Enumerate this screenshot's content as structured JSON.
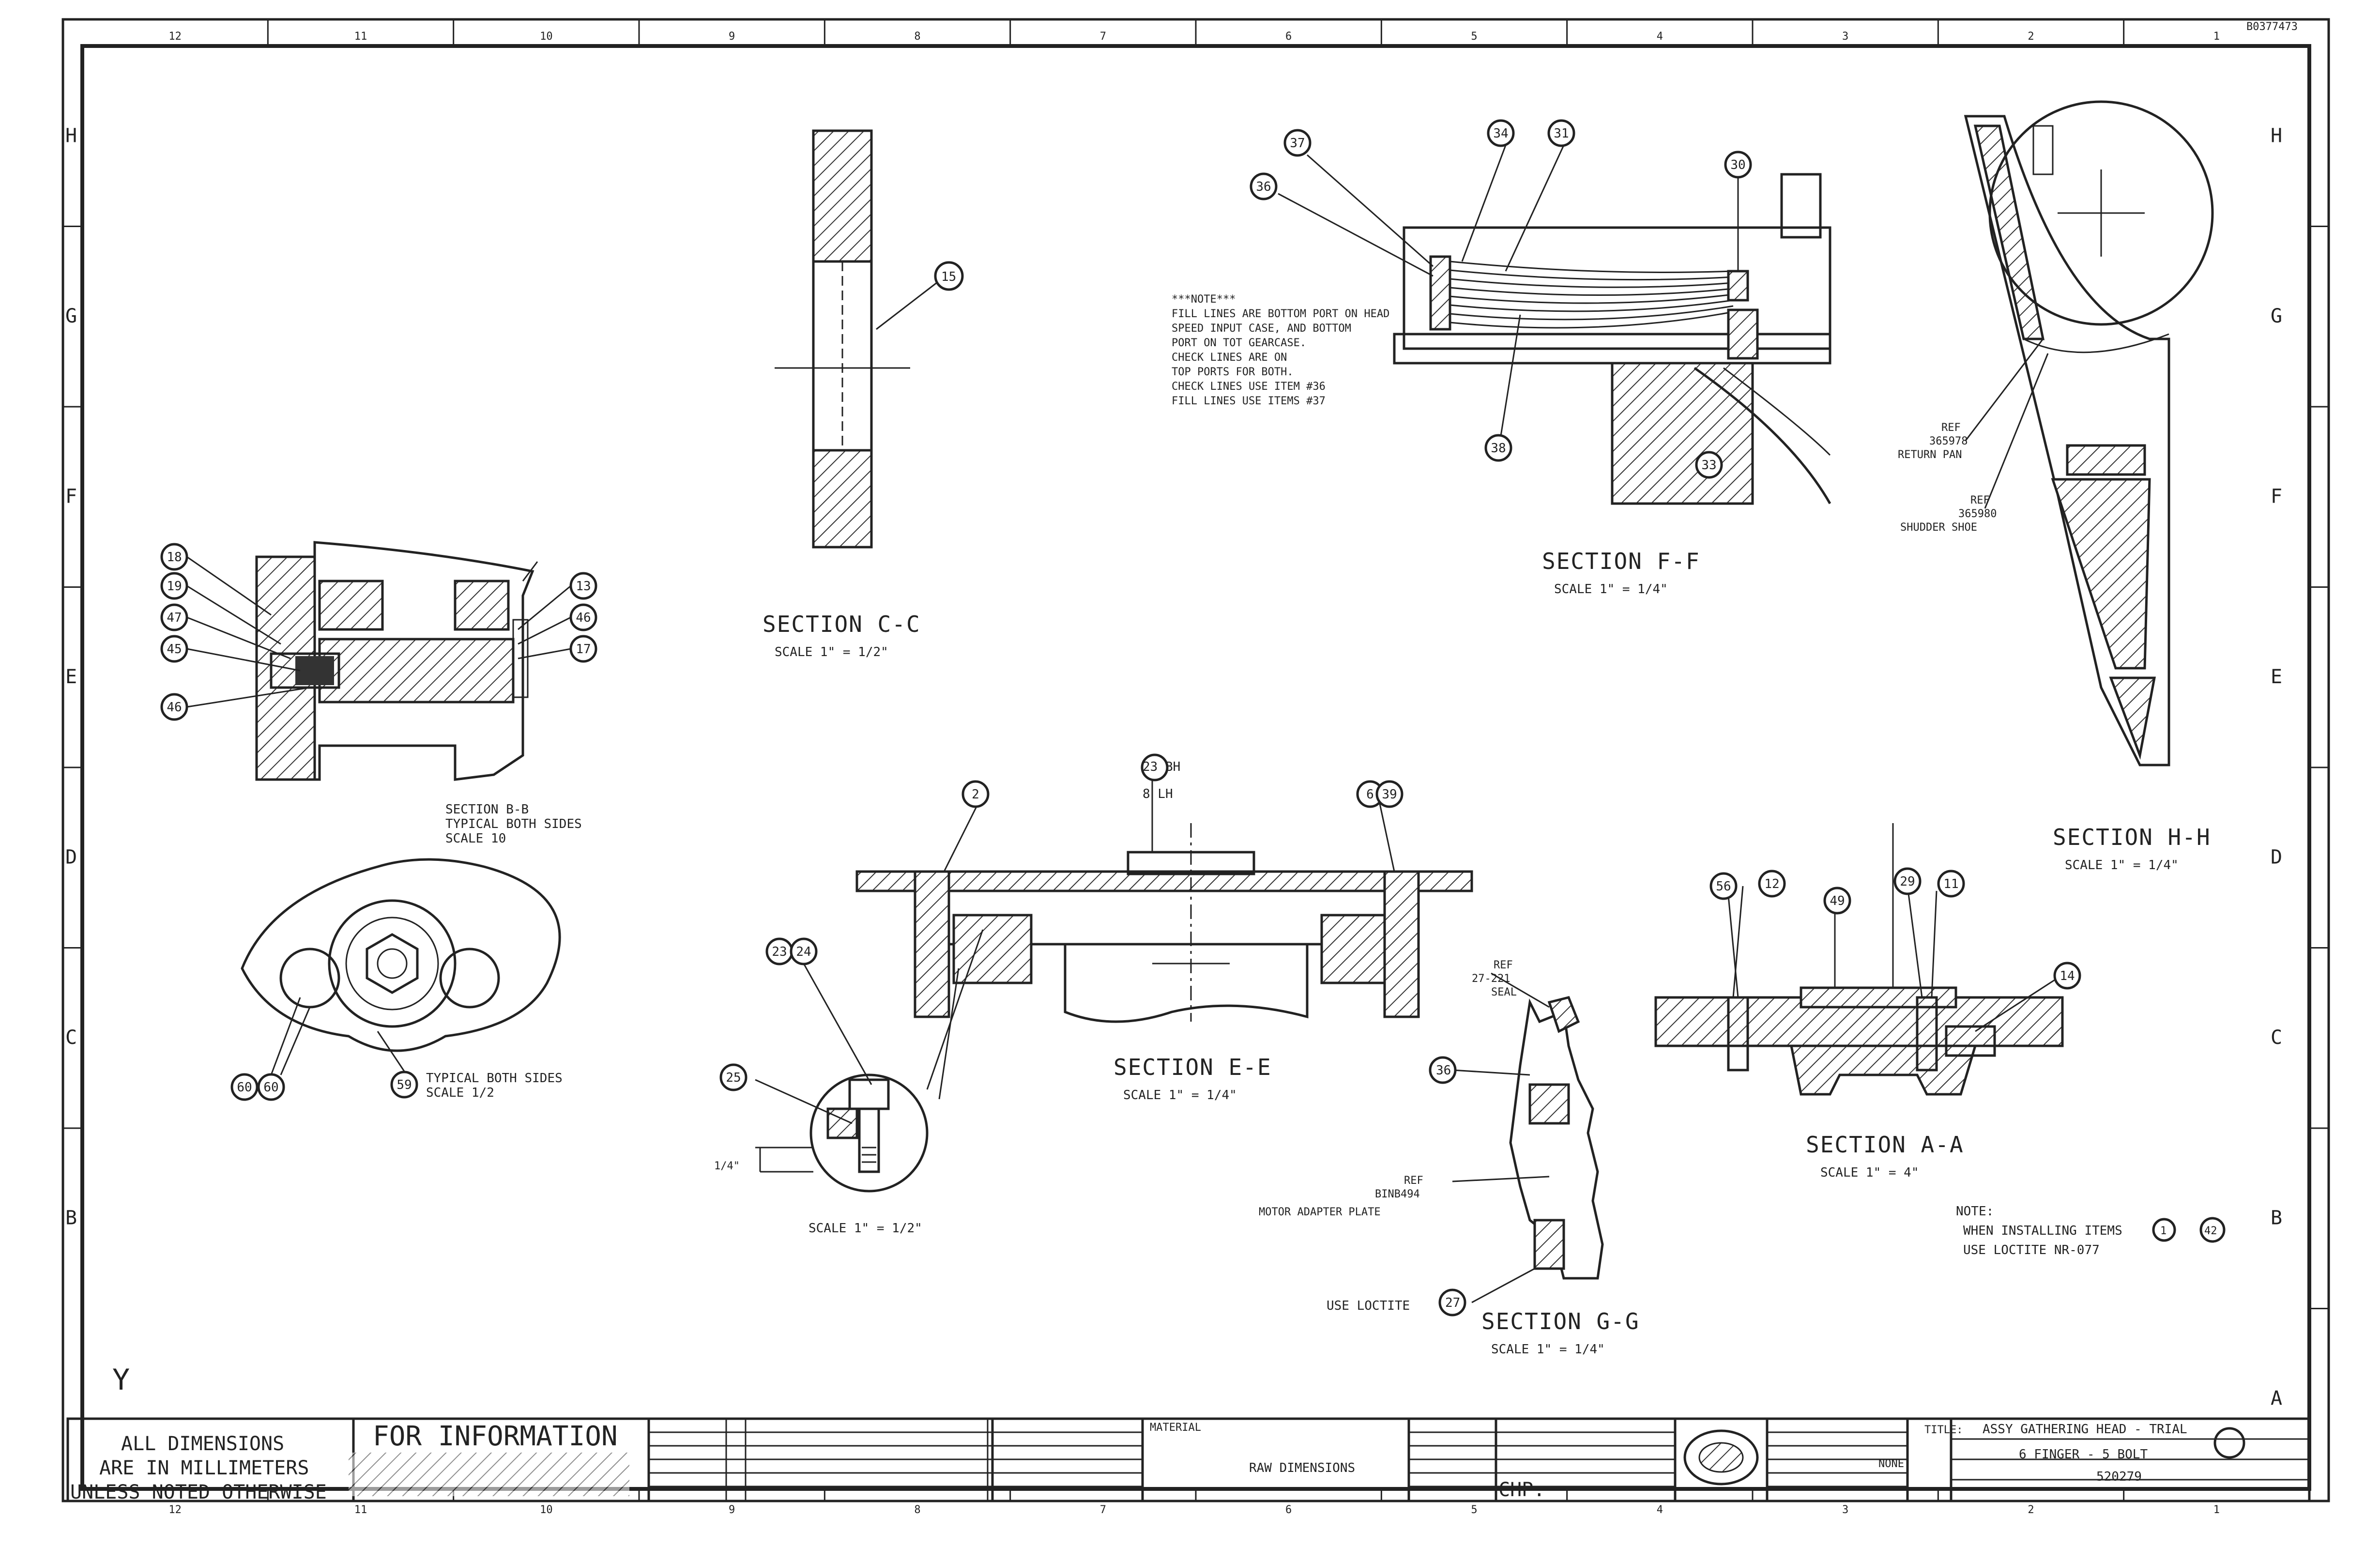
{
  "drawing_id": "B0377473",
  "grid": {
    "cols": [
      "12",
      "11",
      "10",
      "9",
      "8",
      "7",
      "6",
      "5",
      "4",
      "3",
      "2",
      "1"
    ],
    "rows_left": [
      "H",
      "G",
      "F",
      "E",
      "D",
      "C",
      "B"
    ],
    "rows_right": [
      "H",
      "G",
      "F",
      "E",
      "D",
      "C",
      "B",
      "A"
    ]
  },
  "sections": {
    "cc": {
      "title": "SECTION C-C",
      "scale": "SCALE 1\" = 1/2\"",
      "balloon": "15"
    },
    "ff": {
      "title": "SECTION F-F",
      "scale": "SCALE 1\" = 1/4\"",
      "balloons": [
        "37",
        "36",
        "34",
        "31",
        "30",
        "33",
        "38"
      ]
    },
    "hh": {
      "title": "SECTION H-H",
      "scale": "SCALE 1\" = 1/4\"",
      "ref1": [
        "REF",
        "365978",
        "RETURN PAN"
      ],
      "ref2": [
        "REF",
        "365980",
        "SHUDDER SHOE"
      ]
    },
    "bb": {
      "title_lines": [
        "SECTION B-B",
        "TYPICAL BOTH SIDES",
        "SCALE 10"
      ],
      "balloons_left": [
        "18",
        "19",
        "47",
        "45",
        "46"
      ],
      "balloons_right": [
        "13",
        "46",
        "17"
      ]
    },
    "ee": {
      "title": "SECTION E-E",
      "scale": "SCALE 1\" = 1/4\"",
      "top_labels": [
        "23 BH",
        "8 LH"
      ],
      "balloons": [
        "2",
        "6",
        "39"
      ],
      "detail_balloons": [
        "23",
        "24",
        "25"
      ],
      "detail_scale": "SCALE 1\" = 1/2\"",
      "dim": "1/4\""
    },
    "gg": {
      "title": "SECTION G-G",
      "scale": "SCALE 1\" = 1/4\"",
      "ref_seal": [
        "REF",
        "27-221",
        "SEAL"
      ],
      "balloon": "36",
      "ref_plate": [
        "REF",
        "BINB494",
        "MOTOR ADAPTER PLATE"
      ],
      "loctite": "USE LOCTITE",
      "loctite_balloon": "27"
    },
    "aa": {
      "title": "SECTION A-A",
      "scale": "SCALE 1\" = 4\"",
      "balloons": [
        "56",
        "12",
        "49",
        "29",
        "11",
        "14"
      ]
    },
    "bottom_view": {
      "note": [
        "TYPICAL BOTH SIDES",
        "SCALE 1/2"
      ],
      "balloons": [
        "60",
        "60",
        "59"
      ]
    }
  },
  "notes_ff": [
    "***NOTE***",
    "FILL LINES ARE BOTTOM PORT ON HEAD",
    "SPEED INPUT CASE, AND BOTTOM",
    "PORT ON TOT GEARCASE.",
    "CHECK LINES ARE ON",
    "TOP PORTS FOR BOTH.",
    "CHECK LINES USE ITEM #36",
    "FILL LINES USE ITEMS #37"
  ],
  "note_right": {
    "label": "NOTE:",
    "line1": "WHEN INSTALLING ITEMS",
    "line2": "USE LOCTITE NR-077",
    "b1": "1",
    "b2": "42"
  },
  "title_block": {
    "y_mark": "Y",
    "dims_note": [
      "ALL DIMENSIONS",
      "ARE IN MILLIMETERS",
      "UNLESS NOTED OTHERWISE"
    ],
    "for_info": "FOR INFORMATION",
    "material_label": "MATERIAL",
    "raw_dims": "RAW DIMENSIONS",
    "chp": "CHP:",
    "title_label": "TITLE:",
    "title_line1": "ASSY GATHERING HEAD - TRIAL",
    "title_line2": "6 FINGER - 5 BOLT",
    "drawing_no": "520279",
    "scale_label": "NONE"
  }
}
